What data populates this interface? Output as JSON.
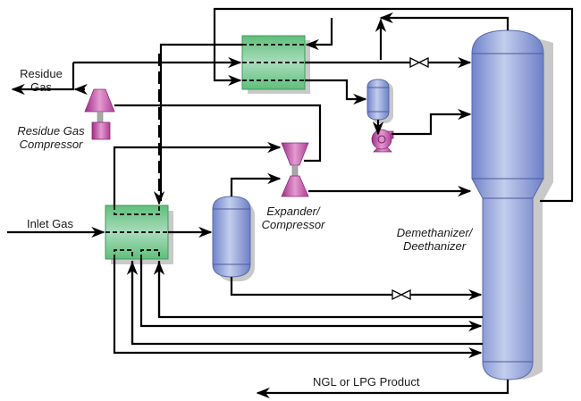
{
  "diagram": {
    "title": "Gas processing flow scheme",
    "labels": {
      "residue_gas": [
        "Residue",
        "Gas"
      ],
      "residue_gas_compressor": [
        "Residue Gas",
        "Compressor"
      ],
      "inlet_gas": "Inlet Gas",
      "expander_compressor": [
        "Expander/",
        "Compressor"
      ],
      "demethanizer_deethanizer": [
        "Demethanizer/",
        "Deethanizer"
      ],
      "ngl_lpg_product": "NGL or LPG Product"
    },
    "equipment": [
      {
        "id": "cold-box-exchanger",
        "type": "heat-exchanger"
      },
      {
        "id": "gas-gas-exchanger",
        "type": "heat-exchanger"
      },
      {
        "id": "cold-separator",
        "type": "vessel"
      },
      {
        "id": "reflux-drum",
        "type": "vessel"
      },
      {
        "id": "reflux-pump",
        "type": "pump"
      },
      {
        "id": "expander-compressor",
        "type": "turbo-expander"
      },
      {
        "id": "residue-gas-compressor",
        "type": "compressor"
      },
      {
        "id": "demethanizer-column",
        "type": "column"
      }
    ],
    "valves": [
      {
        "id": "top-feed-valve",
        "type": "gate-valve"
      },
      {
        "id": "separator-liquid-valve",
        "type": "gate-valve"
      }
    ],
    "colors": {
      "exchanger": "#7ccb93",
      "vessel": "#8f9fdc",
      "machinery": "#c0479f",
      "pipe": "#000000"
    }
  }
}
